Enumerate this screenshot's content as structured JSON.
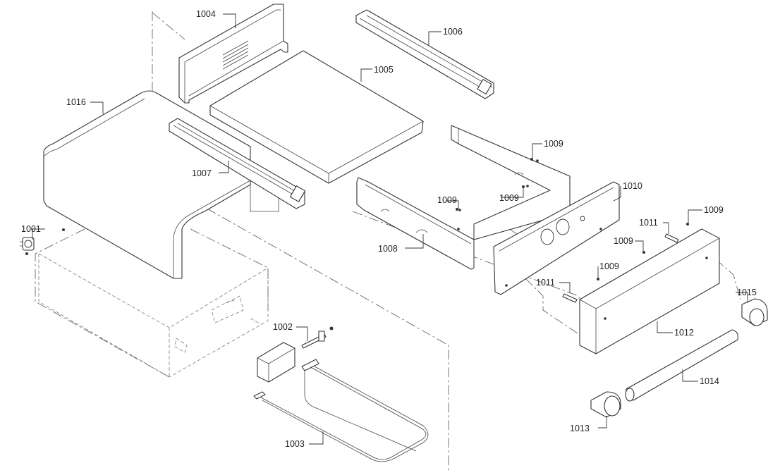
{
  "diagram": {
    "parts": [
      {
        "id": "1001"
      },
      {
        "id": "1002"
      },
      {
        "id": "1003"
      },
      {
        "id": "1004"
      },
      {
        "id": "1005"
      },
      {
        "id": "1006"
      },
      {
        "id": "1007"
      },
      {
        "id": "1008"
      },
      {
        "id": "1009"
      },
      {
        "id": "1010"
      },
      {
        "id": "1011"
      },
      {
        "id": "1012"
      },
      {
        "id": "1013"
      },
      {
        "id": "1014"
      },
      {
        "id": "1015"
      },
      {
        "id": "1016"
      }
    ],
    "labels": {
      "p1001": "1001",
      "p1002": "1002",
      "p1003": "1003",
      "p1004": "1004",
      "p1005": "1005",
      "p1006": "1006",
      "p1007": "1007",
      "p1008": "1008",
      "p1009": "1009",
      "p1010": "1010",
      "p1011": "1011",
      "p1012": "1012",
      "p1013": "1013",
      "p1014": "1014",
      "p1015": "1015",
      "p1016": "1016"
    },
    "colors": {
      "line": "#333333",
      "background": "#ffffff"
    }
  }
}
